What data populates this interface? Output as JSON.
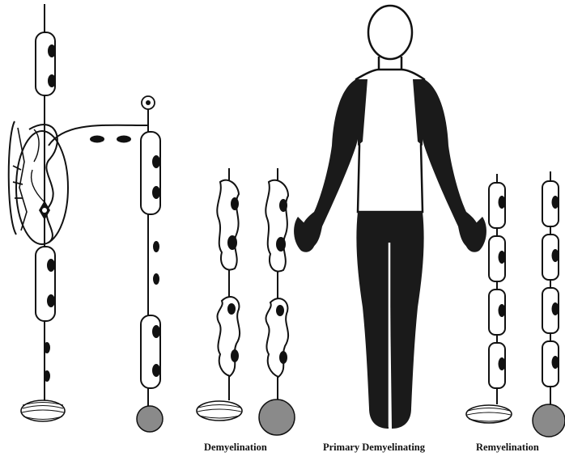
{
  "captions": {
    "demyelination": "Demyelination",
    "primary_demyelinating": "Primary Demyelinating",
    "remyelination": "Remyelination"
  },
  "colors": {
    "ink": "#111111",
    "body_fill": "#1a1a1a",
    "muscle_gray": "#8a8a8a",
    "background": "#ffffff"
  }
}
